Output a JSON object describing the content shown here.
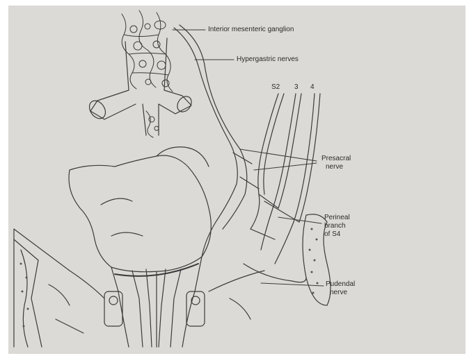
{
  "labels": {
    "inferior_mesenteric_ganglion": "Interior mesenteric ganglion",
    "hypogastric_nerves": "Hypergastric nerves",
    "s2": "S2",
    "s3": "3",
    "s4": "4",
    "presacral_line1": "Presacral",
    "presacral_line2": "nerve",
    "perineal_line1": "Perineal",
    "perineal_line2": "branch",
    "perineal_line3": "of S4",
    "pudendal_line1": "Pudendal",
    "pudendal_line2": "nerve"
  },
  "colors": {
    "paper": "#dcdad6",
    "ink": "#3a3a3a"
  }
}
